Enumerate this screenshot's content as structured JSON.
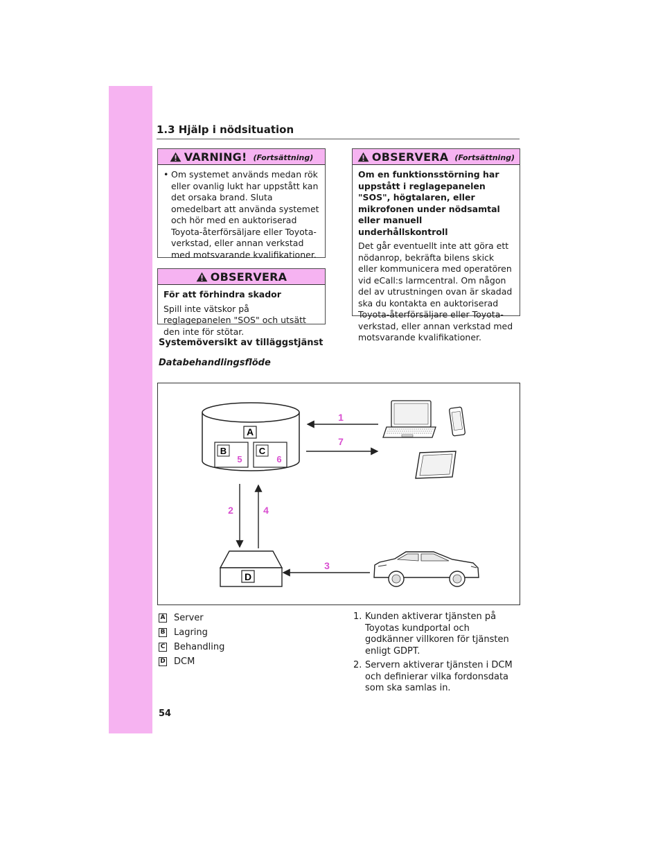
{
  "header": {
    "section": "1.3 Hjälp i nödsituation"
  },
  "warning_box": {
    "title": "VARNING!",
    "continued": "(Fortsättning)",
    "bullet": "Om systemet används medan rök eller ovanlig lukt har uppstått kan det orsaka brand. Sluta omedelbart att använda systemet och hör med en auktoriserad Toyota-återförsäljare eller Toyota-verkstad, eller annan verkstad med motsvarande kvalifikationer."
  },
  "notice_box_left": {
    "title": "OBSERVERA",
    "subtitle": "För att förhindra skador",
    "text": "Spill inte vätskor på reglagepanelen \"SOS\" och utsätt den inte för stötar."
  },
  "notice_box_right": {
    "title": "OBSERVERA",
    "continued": "(Fortsättning)",
    "subtitle": "Om en funktionsstörning har uppstått i reglagepanelen \"SOS\", högtalaren, eller mikrofonen under nödsamtal eller manuell underhållskontroll",
    "text": "Det går eventuellt inte att göra ett nödanrop, bekräfta bilens skick eller kommunicera med operatören vid eCall:s larmcentral. Om någon del av utrustningen ovan är skadad ska du kontakta en auktoriserad Toyota-återförsäljare eller Toyota-verkstad, eller annan verkstad med motsvarande kvalifikationer."
  },
  "section_title": "Systemöversikt av tilläggstjänst",
  "subsection_title": "Databehandlingsflöde",
  "diagram": {
    "labels": {
      "a": "A",
      "b": "B",
      "c": "C",
      "d": "D"
    },
    "numbers": {
      "n1": "1",
      "n2": "2",
      "n3": "3",
      "n4": "4",
      "n5": "5",
      "n6": "6",
      "n7": "7"
    },
    "accent": "#d94fd0"
  },
  "legend": [
    {
      "key": "A",
      "label": "Server"
    },
    {
      "key": "B",
      "label": "Lagring"
    },
    {
      "key": "C",
      "label": "Behandling"
    },
    {
      "key": "D",
      "label": "DCM"
    }
  ],
  "steps": [
    {
      "num": "1.",
      "text": "Kunden aktiverar tjänsten på Toyotas kundportal och godkänner villkoren för tjänsten enligt GDPT."
    },
    {
      "num": "2.",
      "text": "Servern aktiverar tjänsten i DCM och definierar vilka fordonsdata som ska samlas in."
    }
  ],
  "page_number": "54",
  "colors": {
    "tab_pink": "#f6b3f1"
  }
}
